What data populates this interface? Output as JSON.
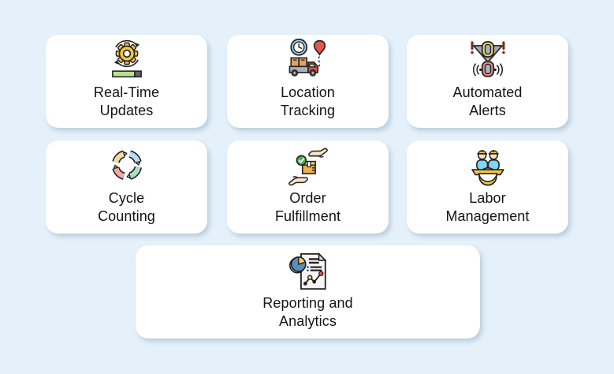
{
  "page": {
    "background_color": "#e4f1fa",
    "card_background": "#ffffff",
    "text_color": "#141414"
  },
  "cards": [
    {
      "id": "real-time-updates",
      "icon": "sync-gear-progress-icon",
      "lines": [
        "Real-Time",
        "Updates"
      ]
    },
    {
      "id": "location-tracking",
      "icon": "truck-clock-map-pin-icon",
      "lines": [
        "Location",
        "Tracking"
      ]
    },
    {
      "id": "automated-alerts",
      "icon": "vehicle-proximity-alert-icon",
      "lines": [
        "Automated",
        "Alerts"
      ]
    },
    {
      "id": "cycle-counting",
      "icon": "circular-cycle-arrows-icon",
      "lines": [
        "Cycle",
        "Counting"
      ]
    },
    {
      "id": "order-fulfillment",
      "icon": "hands-package-check-icon",
      "lines": [
        "Order",
        "Fulfillment"
      ]
    },
    {
      "id": "labor-management",
      "icon": "workers-hardhat-gear-icon",
      "lines": [
        "Labor",
        "Management"
      ]
    },
    {
      "id": "reporting-analytics",
      "icon": "document-chart-pie-icon",
      "lines": [
        "Reporting and",
        "Analytics"
      ]
    }
  ],
  "icon_colors": {
    "gear_yellow": "#f6c445",
    "progress_green": "#bcde90",
    "progress_dark": "#5e6673",
    "clock_ring_blue": "#a9cbe8",
    "pin_red": "#e2574c",
    "truck_cab_red": "#d94f3d",
    "trailer_gray": "#abb2bc",
    "box_tan": "#dfa561",
    "alert_car_yellow": "#f2cd5c",
    "alert_car_red": "#e8847a",
    "alert_cone_gray": "#a6acb8",
    "cycle_tan": "#f5d9a2",
    "cycle_blue": "#bdd9f2",
    "cycle_green": "#abdfc0",
    "cycle_salmon": "#f2a8a2",
    "hand_skin": "#fae3c8",
    "package_orange": "#f0ae4e",
    "check_green": "#4caf50",
    "shirt_cyan": "#7fd6f2",
    "pie_blue": "#5b8db8",
    "pie_yellow": "#f6d06a",
    "chart_dot_red": "#e2574c"
  }
}
